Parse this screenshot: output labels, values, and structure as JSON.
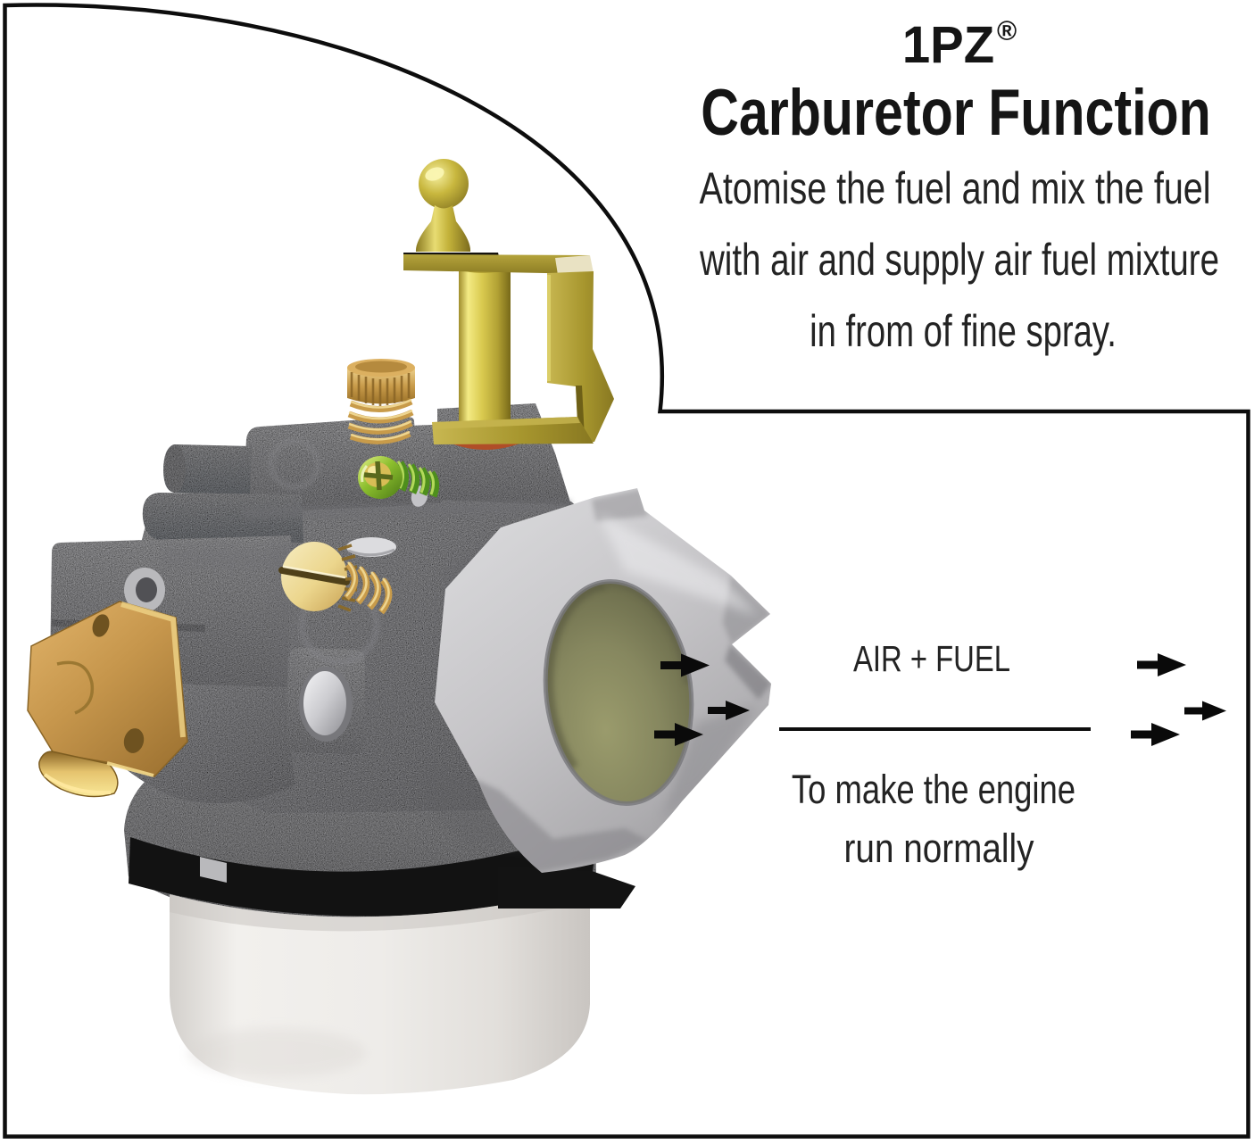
{
  "brand": {
    "name": "1PZ",
    "registered_mark": "®"
  },
  "title": "Carburetor Function",
  "description_lines": [
    "Atomise the fuel and mix the fuel",
    "with air and supply air fuel mixture",
    "in from of fine spray."
  ],
  "flow": {
    "label": "AIR + FUEL",
    "note_line1": "To make the engine",
    "note_line2": "run normally",
    "arrows": {
      "direction": "right",
      "at_carburetor_outlet": 3,
      "at_right_edge": 3
    }
  },
  "illustration": {
    "subject": "carburetor 3D render",
    "parts": [
      "fuel bowl",
      "bowl gasket",
      "carburetor body",
      "intake flange",
      "venturi bore",
      "float linkage ball",
      "choke bracket",
      "brass inlet tube",
      "idle adjust thumbscrew",
      "idle spring",
      "main mixture screw",
      "mixture spring",
      "vent screw",
      "mounting bracket",
      "pivot pin"
    ]
  },
  "colors": {
    "frame_line": "#0d0d0d",
    "text": "#1e1e1e",
    "body_grey": "#a8a8ab",
    "flange_grey": "#cecdd0",
    "bore_olive": "#84855c",
    "bowl_white": "#efedea",
    "gasket_black": "#121212",
    "brass_gold": "#c79b4a",
    "bracket_gold": "#a9982f",
    "green_screw": "#6fae1f",
    "arrow_black": "#0a0a0a"
  }
}
